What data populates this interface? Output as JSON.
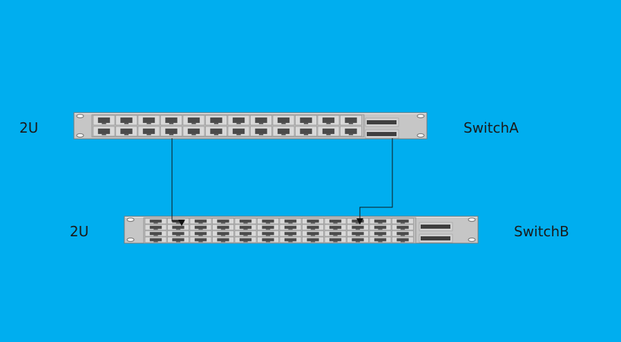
{
  "background_color": "#00aeef",
  "switches": [
    {
      "name": "SwitchA",
      "rack_units": "2U",
      "columns": 12,
      "port_rows": 2,
      "uplink_slots": 2
    },
    {
      "name": "SwitchB",
      "rack_units": "2U",
      "columns": 12,
      "port_rows": 4,
      "uplink_slots": 2
    }
  ],
  "connections": [
    {
      "from": "SwitchA",
      "from_port": "row 2, column 4",
      "to": "SwitchB",
      "to_port": "column 2"
    },
    {
      "from": "SwitchA",
      "from_port": "uplink 2",
      "to": "SwitchB",
      "to_port": "column 10"
    }
  ],
  "colors": {
    "chassis": "#c6c6c6",
    "chassis_border": "#7a7a7a",
    "port_panel": "#d9d9d9",
    "port": "#4b4b4b",
    "cable": "#111111"
  }
}
